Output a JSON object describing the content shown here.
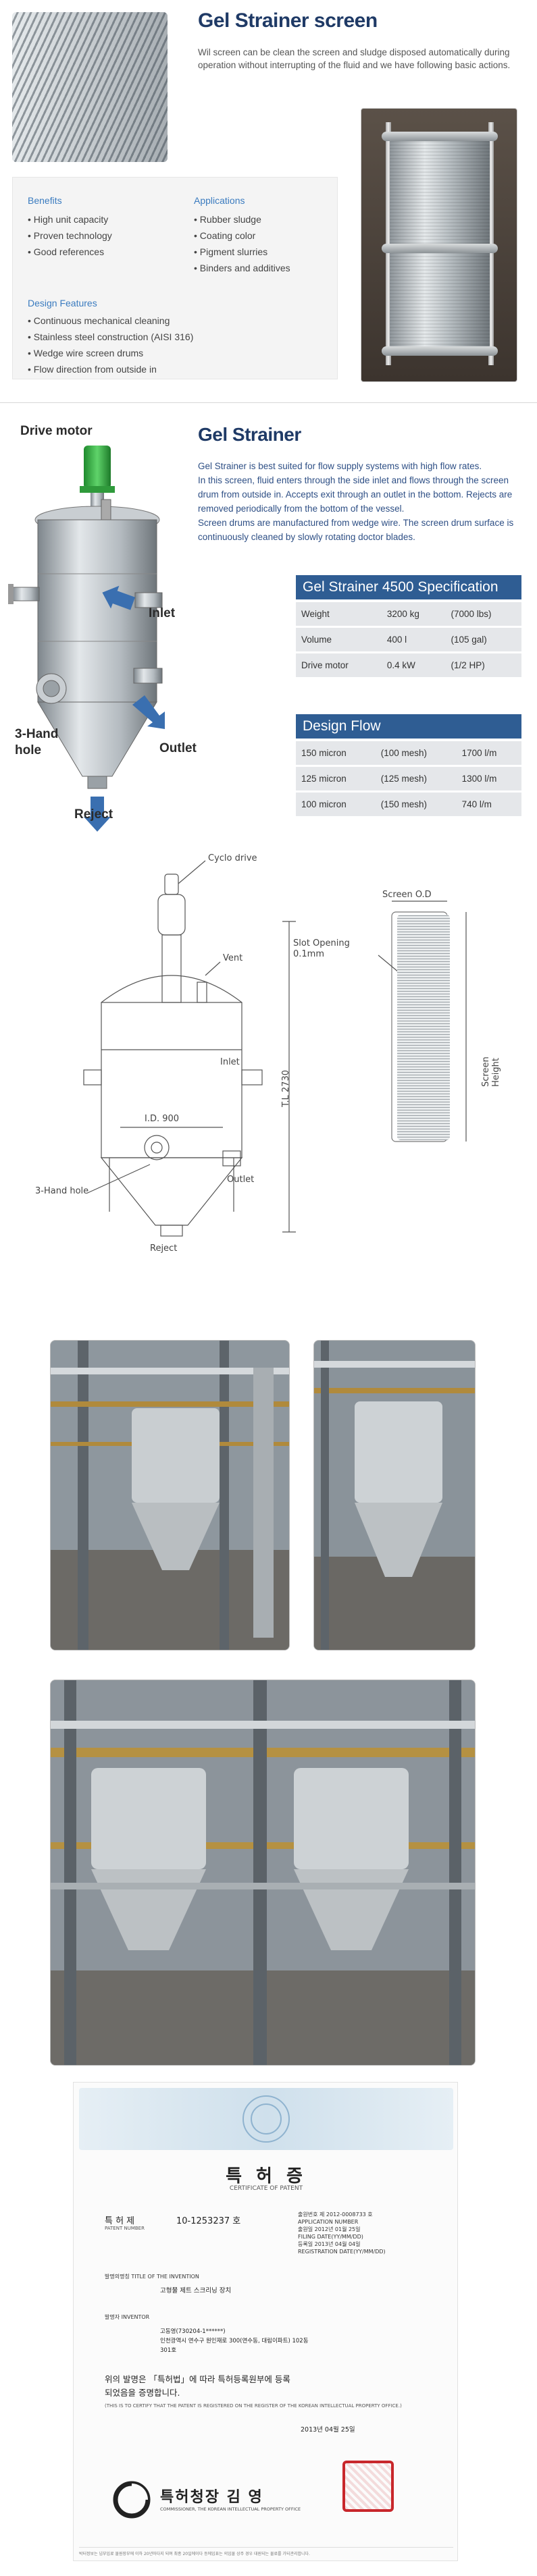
{
  "section1": {
    "title": "Gel  Strainer screen",
    "intro": "Wil screen can be clean the screen and sludge disposed automatically during operation without interrupting of the fluid and we have following basic actions.",
    "benefits": {
      "heading": "Benefits",
      "items": [
        "High unit capacity",
        "Proven technology",
        "Good references"
      ]
    },
    "applications": {
      "heading": "Applications",
      "items": [
        "Rubber sludge",
        "Coating color",
        "Pigment slurries",
        "Binders and additives"
      ]
    },
    "design_features": {
      "heading": "Design Features",
      "items": [
        "Continuous mechanical cleaning",
        "Stainless steel construction (AISI 316)",
        "Wedge wire screen drums",
        "Flow direction from outside in"
      ]
    }
  },
  "section2": {
    "title": "Gel Strainer",
    "description": "Gel Strainer is best suited for flow supply systems with high flow rates.\nIn this screen, fluid enters through the side inlet and flows through the screen drum from outside in. Accepts exit through an outlet in the bottom. Rejects are removed periodically from the bottom of the vessel.\nScreen drums are manufactured from wedge wire. The screen drum surface is continuously cleaned by slowly rotating doctor blades.",
    "labels": {
      "drive_motor": "Drive motor",
      "inlet": "Inlet",
      "hand_hole": "3-Hand\nhole",
      "outlet": "Outlet",
      "reject": "Reject"
    },
    "spec_table": {
      "heading": "Gel Strainer 4500 Specification",
      "rows": [
        [
          "Weight",
          "3200 kg",
          "(7000 lbs)"
        ],
        [
          "Volume",
          "400 l",
          "(105 gal)"
        ],
        [
          "Drive motor",
          "0.4 kW",
          "(1/2 HP)"
        ]
      ]
    },
    "flow_table": {
      "heading": "Design Flow",
      "rows": [
        [
          "150 micron",
          "(100 mesh)",
          "1700 l/m"
        ],
        [
          "125 micron",
          "(125 mesh)",
          "1300 l/m"
        ],
        [
          "100 micron",
          "(150 mesh)",
          "740 l/m"
        ]
      ]
    }
  },
  "drawing": {
    "cyclo_drive": "Cyclo drive",
    "vent": "Vent",
    "inlet": "Inlet",
    "ld": "I.D. 900",
    "tl": "T.L 2730",
    "hand_hole": "3-Hand hole",
    "outlet": "Outlet",
    "reject": "Reject",
    "screen_od": "Screen O.D",
    "slot_opening": "Slot Opening\n0.1mm",
    "screen_height": "Screen Height"
  },
  "certificate": {
    "title": "특 허 증",
    "subtitle": "CERTIFICATE OF PATENT",
    "patent_no_label": "특    허    제",
    "patent_no": "10-1253237 호",
    "patent_no_en": "PATENT NUMBER",
    "side_lines": [
      "출원번호 제 2012-0008733 호",
      "APPLICATION NUMBER",
      "출원일 2012년 01월 25일",
      "FILING DATE(YY/MM/DD)",
      "등록일 2013년 04월 04일",
      "REGISTRATION DATE(YY/MM/DD)"
    ],
    "invention_label": "발명의명칭 TITLE OF THE INVENTION",
    "invention": "고형물 제트 스크리닝 장치",
    "inventor_label": "발명자 INVENTOR",
    "inventor_lines": [
      "고동영(730204-1******)",
      "인천광역시 연수구 원인재로 300(연수동, 대림이파트) 102동",
      "301호"
    ],
    "statement": "위의 발명은 「특허법」에 따라 특허등록원부에 등록\n되었음을 증명합니다.",
    "statement_en": "(THIS IS TO CERTIFY THAT THE PATENT IS REGISTERED ON THE REGISTER OF THE KOREAN INTELLECTUAL PROPERTY OFFICE.)",
    "date": "2013년    04월    25일",
    "issuer": "특허청장 김 영",
    "issuer_en": "COMMISSIONER, THE KOREAN INTELLECTUAL PROPERTY OFFICE",
    "footer": "박터정보는 넘부임료 물원장부에 이하 20년마다지 되며 최종 20일에이다 등에입표는 의임물 상주 경우 대원되는 물료를 가되관리합니다."
  },
  "colors": {
    "title_navy": "#1f3a66",
    "heading_blue": "#3a7bbf",
    "table_header": "#2f5d93",
    "table_row": "#e5e7ea",
    "arrow_blue": "#3a6fb0",
    "motor_green": "#3db34a",
    "seal_red": "#c8272b"
  }
}
